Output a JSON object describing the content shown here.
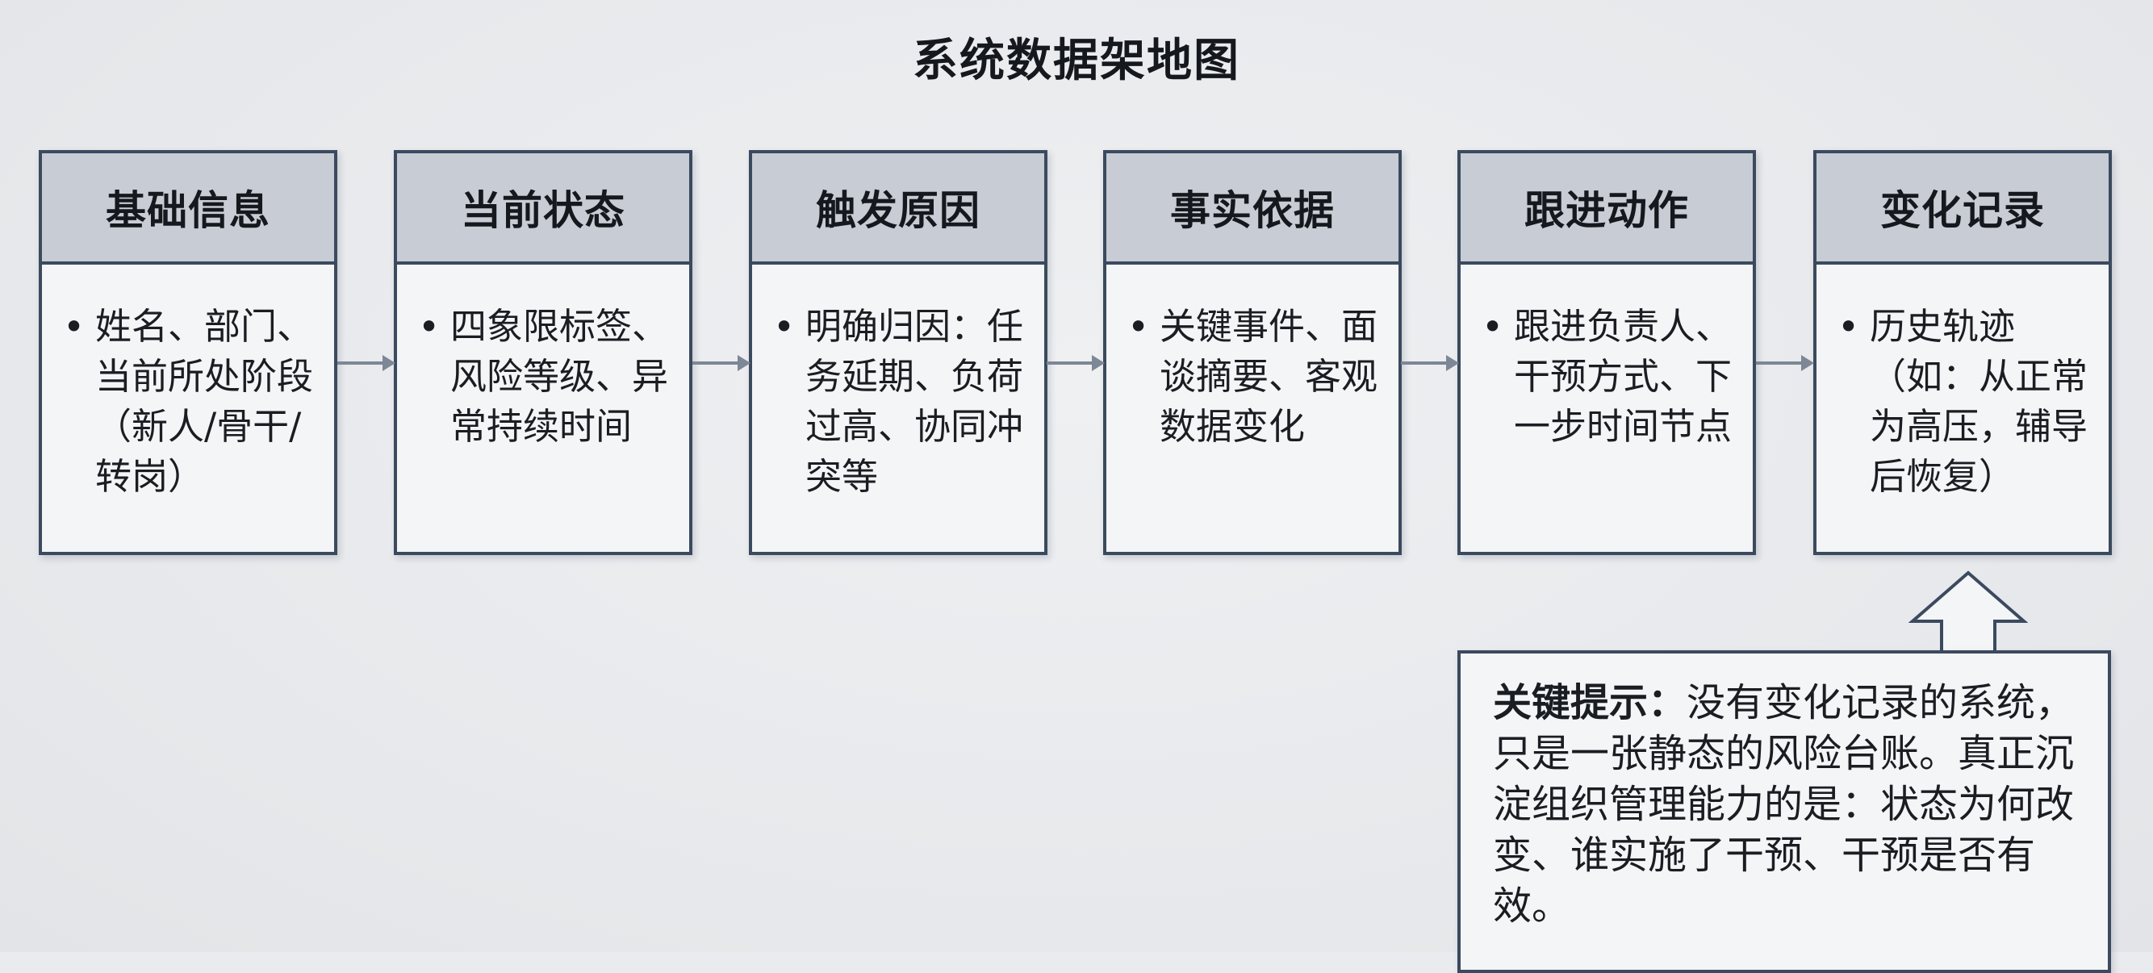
{
  "title": "系统数据架地图",
  "columns": [
    {
      "header": "基础信息",
      "body": "姓名、部门、当前所处阶段（新人/骨干/转岗）"
    },
    {
      "header": "当前状态",
      "body": "四象限标签、风险等级、异常持续时间"
    },
    {
      "header": "触发原因",
      "body": "明确归因：任务延期、负荷过高、协同冲突等"
    },
    {
      "header": "事实依据",
      "body": "关键事件、面谈摘要、客观数据变化"
    },
    {
      "header": "跟进动作",
      "body": "跟进负责人、干预方式、下一步时间节点"
    },
    {
      "header": "变化记录",
      "body": "历史轨迹（如：从正常为高压，辅导后恢复）"
    }
  ],
  "bullet_symbol": "•",
  "note": {
    "label": "关键提示：",
    "text": "没有变化记录的系统，只是一张静态的风险台账。真正沉淀组织管理能力的是：状态为何改变、谁实施了干预、干预是否有效。"
  },
  "colors": {
    "background": "#e9ebee",
    "header_fill": "#c7ccd5",
    "border": "#3b4a5e",
    "arrow": "#7d8796"
  }
}
